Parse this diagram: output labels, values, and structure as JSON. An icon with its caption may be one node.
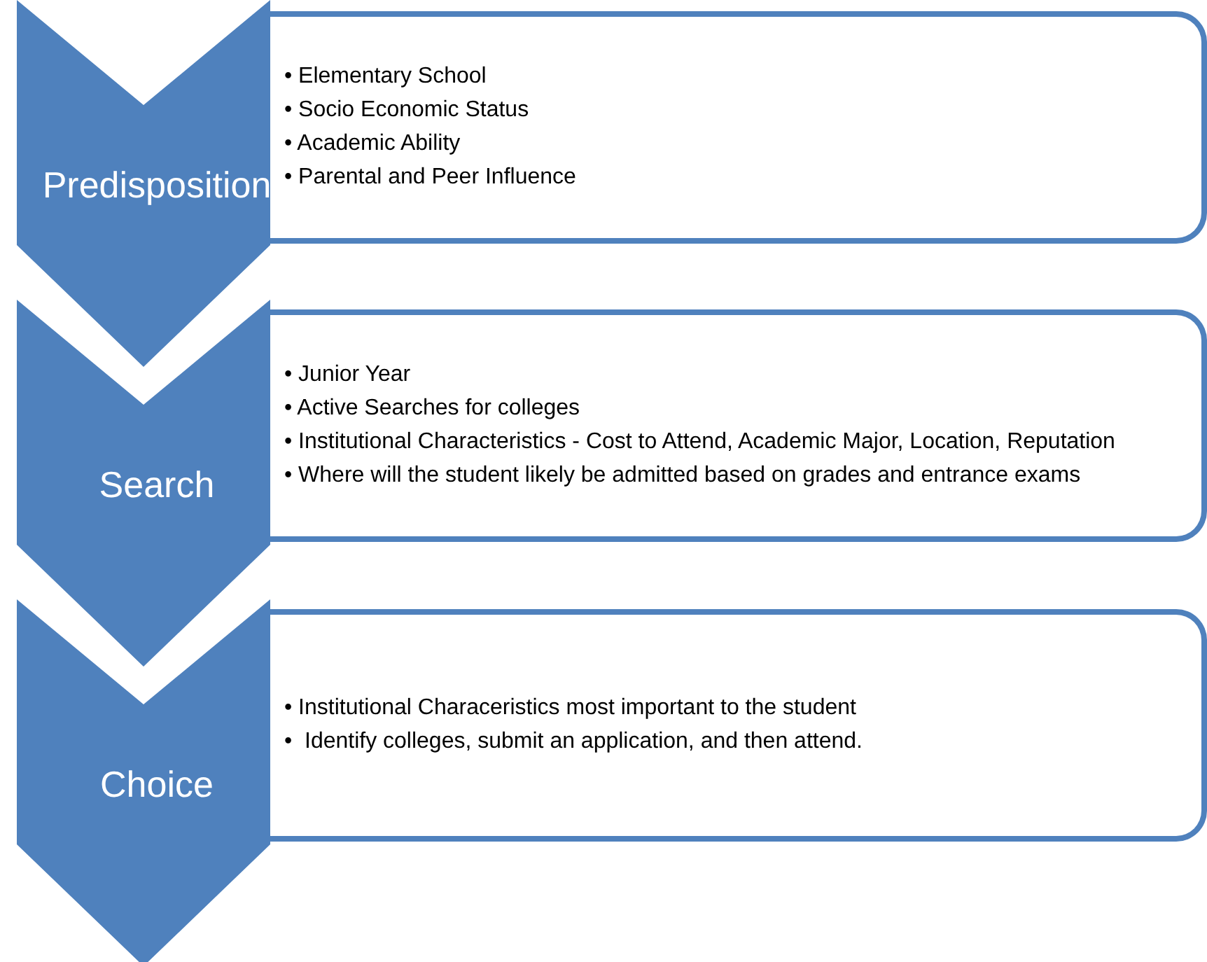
{
  "diagram": {
    "nodes": [
      {
        "text": [
          "Predisposition"
        ]
      },
      {
        "text": [
          "• Elementary School",
          "• Socio Economic Status",
          "• Academic Ability",
          "• Parental and Peer Influence"
        ]
      },
      {
        "text": [
          "Search"
        ]
      },
      {
        "text": [
          "• Junior Year",
          "• Active Searches for colleges",
          "• Institutional Characteristics - Cost to Attend, Academic Major, Location, Reputation",
          "• Where will the student likely be admitted based on grades and entrance exams"
        ]
      },
      {
        "text": [
          "Choice"
        ]
      },
      {
        "text": [
          "• Institutional Characeristics most important to the student",
          "•  Identify colleges, submit an application, and then attend."
        ]
      }
    ]
  }
}
